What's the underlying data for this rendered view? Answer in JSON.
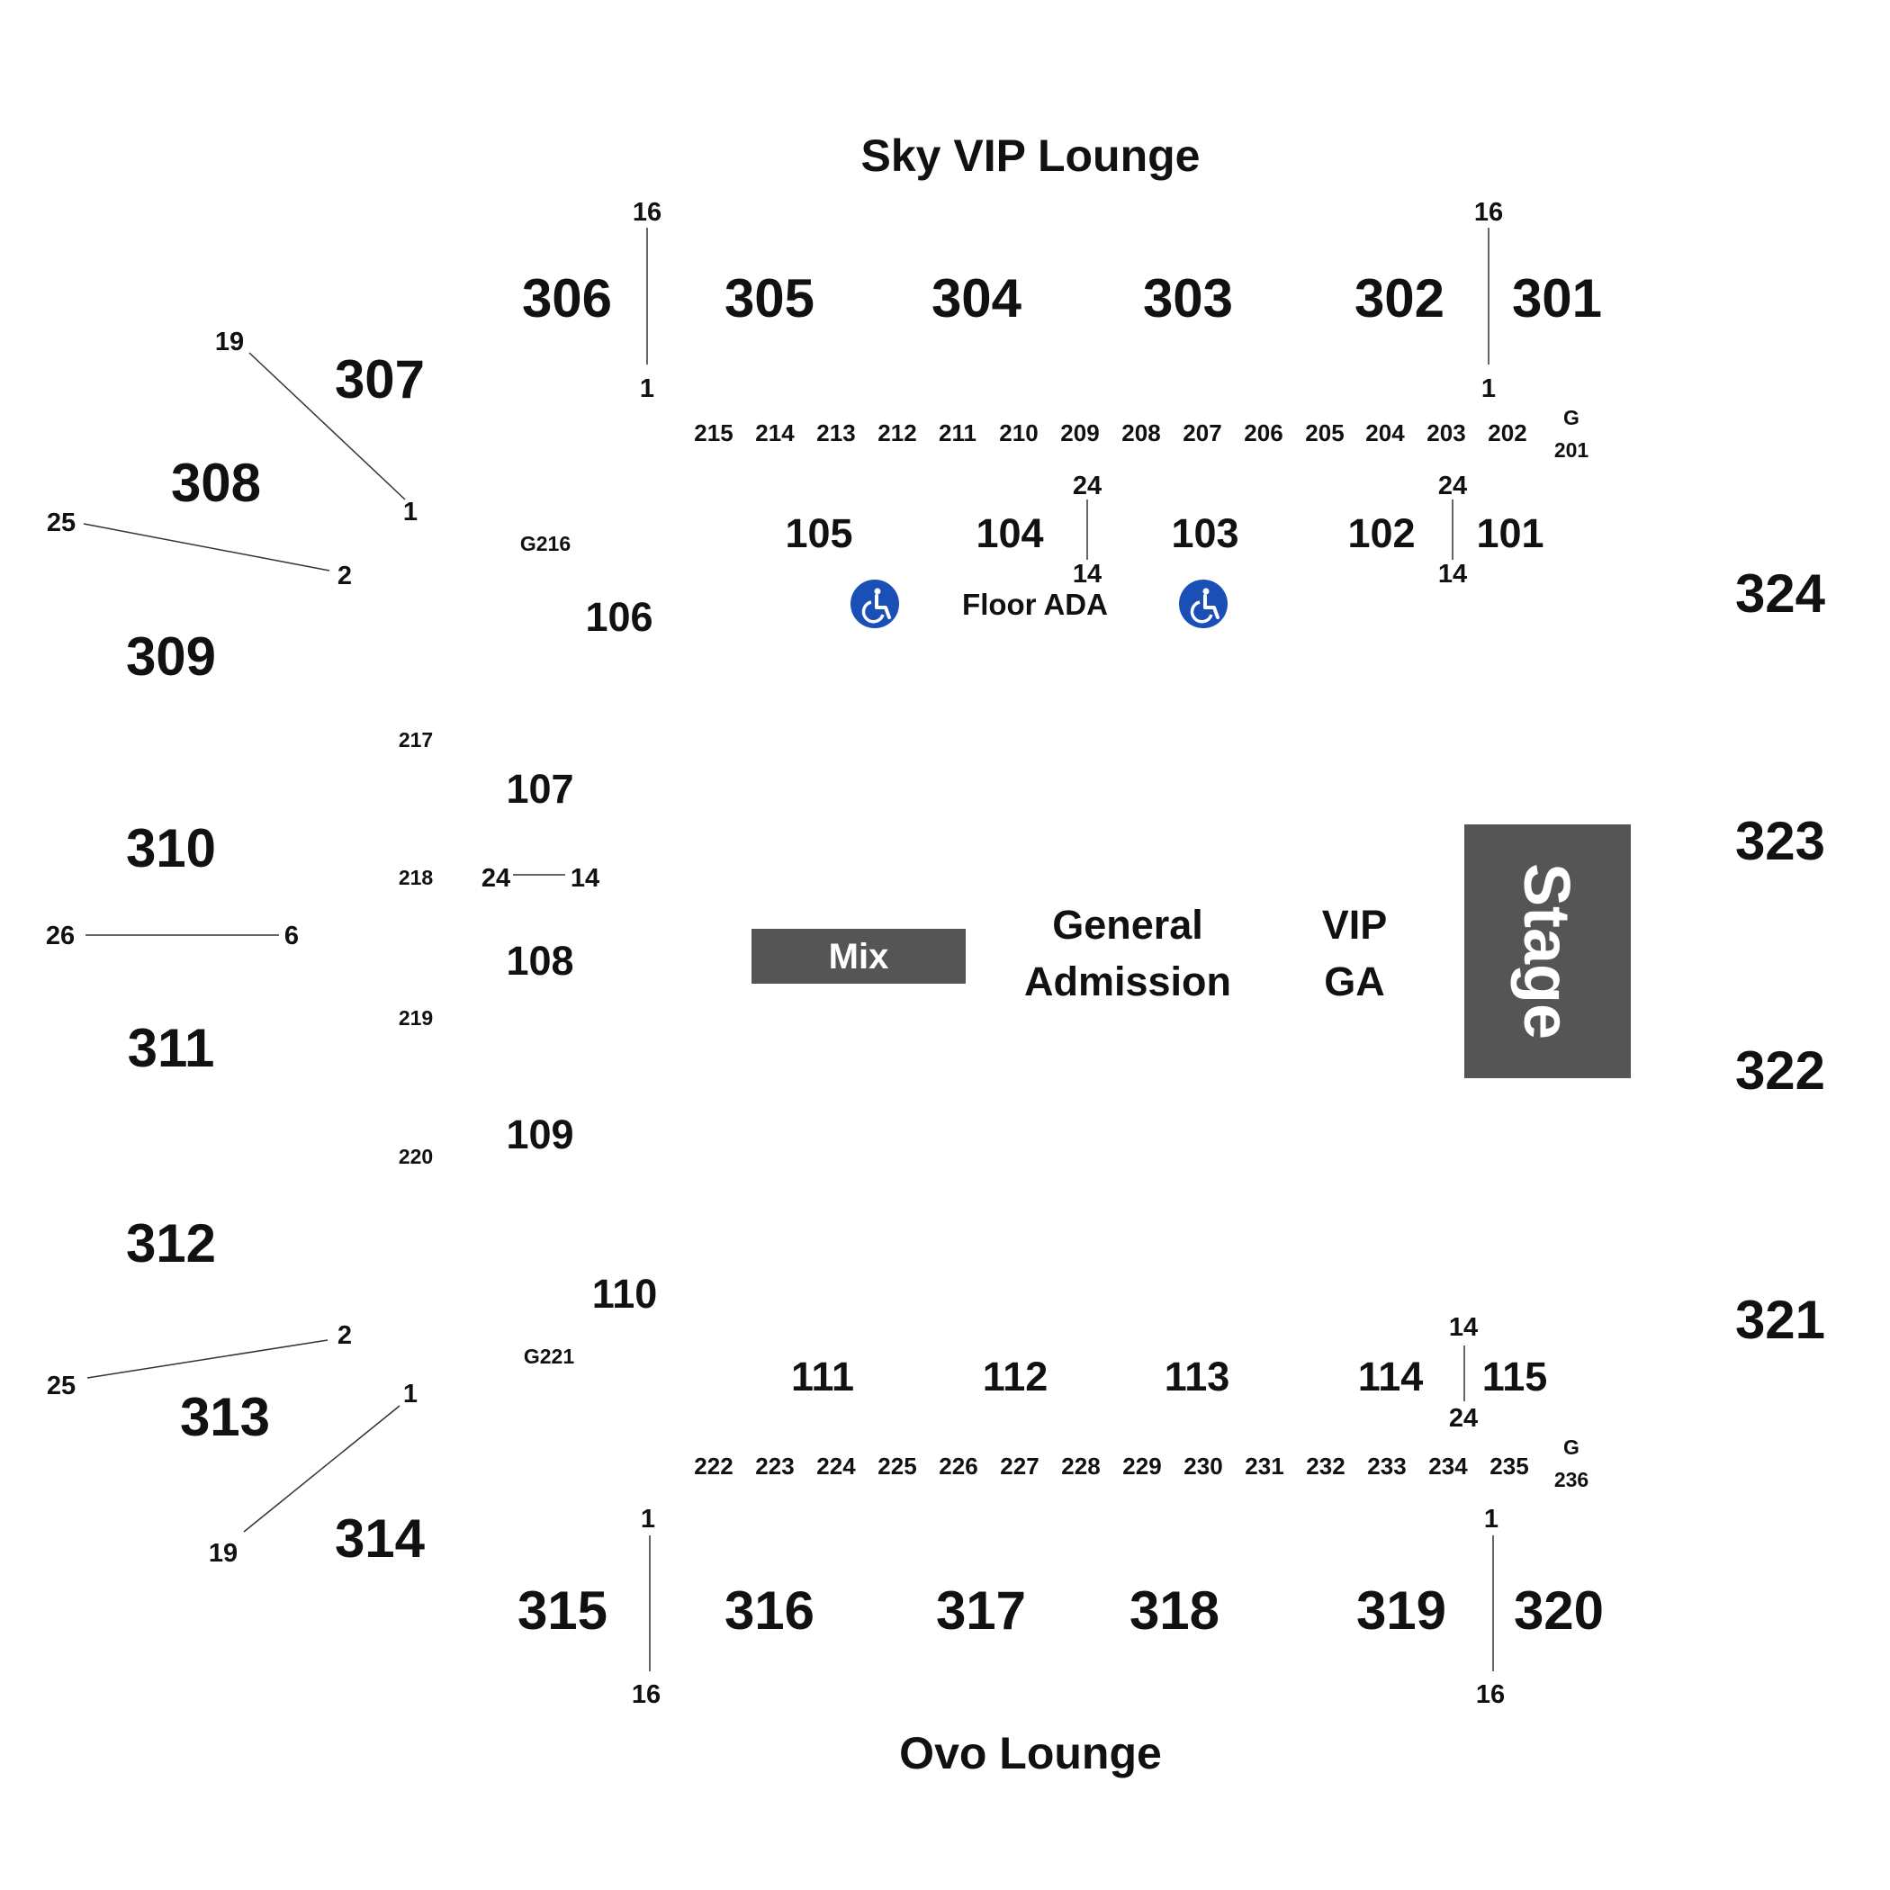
{
  "lounges": {
    "top": "Sky VIP Lounge",
    "bottom": "Ovo Lounge"
  },
  "stage": {
    "label": "Stage"
  },
  "mix": {
    "label": "Mix"
  },
  "floor": {
    "general_admission": [
      "General",
      "Admission"
    ],
    "vip_ga": [
      "VIP",
      "GA"
    ],
    "ada": "Floor ADA"
  },
  "sections_300": [
    "301",
    "302",
    "303",
    "304",
    "305",
    "306",
    "307",
    "308",
    "309",
    "310",
    "311",
    "312",
    "313",
    "314",
    "315",
    "316",
    "317",
    "318",
    "319",
    "320",
    "321",
    "322",
    "323",
    "324"
  ],
  "sections_200_top": [
    "215",
    "214",
    "213",
    "212",
    "211",
    "210",
    "209",
    "208",
    "207",
    "206",
    "205",
    "204",
    "203",
    "202"
  ],
  "sections_200_bottom": [
    "222",
    "223",
    "224",
    "225",
    "226",
    "227",
    "228",
    "229",
    "230",
    "231",
    "232",
    "233",
    "234",
    "235"
  ],
  "sections_200_side": [
    "217",
    "218",
    "219",
    "220"
  ],
  "sections_100": [
    "101",
    "102",
    "103",
    "104",
    "105",
    "106",
    "107",
    "108",
    "109",
    "110",
    "111",
    "112",
    "113",
    "114",
    "115"
  ],
  "gates": {
    "g201": [
      "G",
      "201"
    ],
    "g236": [
      "G",
      "236"
    ],
    "g216": "G216",
    "g221": "G221"
  },
  "row_labels": {
    "sec306_top": "16",
    "sec306_bottom": "1",
    "sec301_top": "16",
    "sec301_bottom": "1",
    "sec307_outer": "19",
    "sec307_inner": "1",
    "sec308_outer": "25",
    "sec308_inner": "2",
    "sec310_outer": "26",
    "sec310_inner": "6",
    "sec313_outer": "25",
    "sec313_inner": "2",
    "sec314_outer": "19",
    "sec314_inner": "1",
    "sec315_top": "1",
    "sec315_bottom": "16",
    "sec320_top": "1",
    "sec320_bottom": "16",
    "sec104_top": "24",
    "sec104_bottom": "14",
    "sec101_top": "24",
    "sec101_bottom": "14",
    "sec107_left": "24",
    "sec107_right": "14",
    "sec115_top": "14",
    "sec115_bottom": "24"
  },
  "colors": {
    "stage": "#555555",
    "mix": "#555555",
    "ada_icon": "#1a4fb5",
    "text": "#111111"
  },
  "icons": [
    "wheelchair-icon",
    "wheelchair-icon"
  ]
}
